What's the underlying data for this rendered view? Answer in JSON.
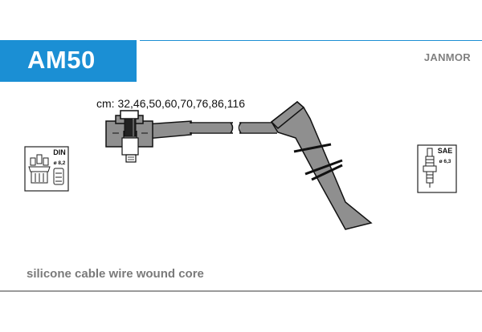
{
  "header": {
    "part_code": "AM50",
    "brand": "JANMOR"
  },
  "lengths_label": "cm: 32,46,50,60,70,76,86,116",
  "description": "silicone cable wire wound core",
  "din_badge": {
    "label": "DIN",
    "diameter": "ø 8,2"
  },
  "sae_badge": {
    "label": "SAE",
    "diameter": "ø 6,3"
  },
  "colors": {
    "brand_blue": "#1b8fd4",
    "cable_gray": "#8f8f8f",
    "text_gray": "#7a7a7a"
  },
  "icons": [
    "distributor-cap-icon",
    "spark-plug-icon",
    "distributor-connector-icon",
    "spark-plug-boot-icon"
  ]
}
